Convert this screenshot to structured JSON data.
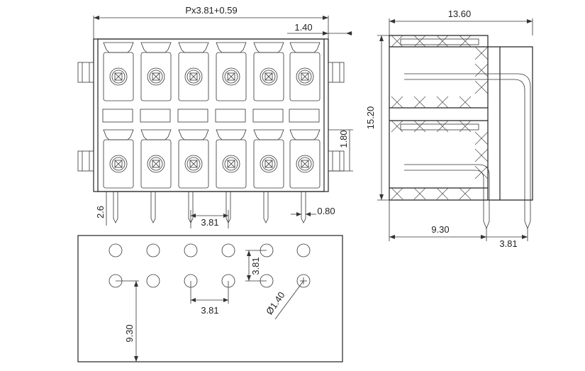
{
  "front_view": {
    "width_label": "Px3.81+0.59",
    "pitch_offset_label": "1.40",
    "row_gap_label": "1.80",
    "pin_length_label": "2.6",
    "pin_pitch_label": "3.81",
    "pin_width_label": "0.80"
  },
  "side_view": {
    "depth_label": "13.60",
    "height_label": "15.20",
    "pin_offset_label": "9.30",
    "row_pitch_label": "3.81"
  },
  "footprint": {
    "row_pitch_label": "3.81",
    "col_pitch_label": "3.81",
    "hole_dia_label": "Ø1.40",
    "edge_offset_label": "9.30"
  }
}
